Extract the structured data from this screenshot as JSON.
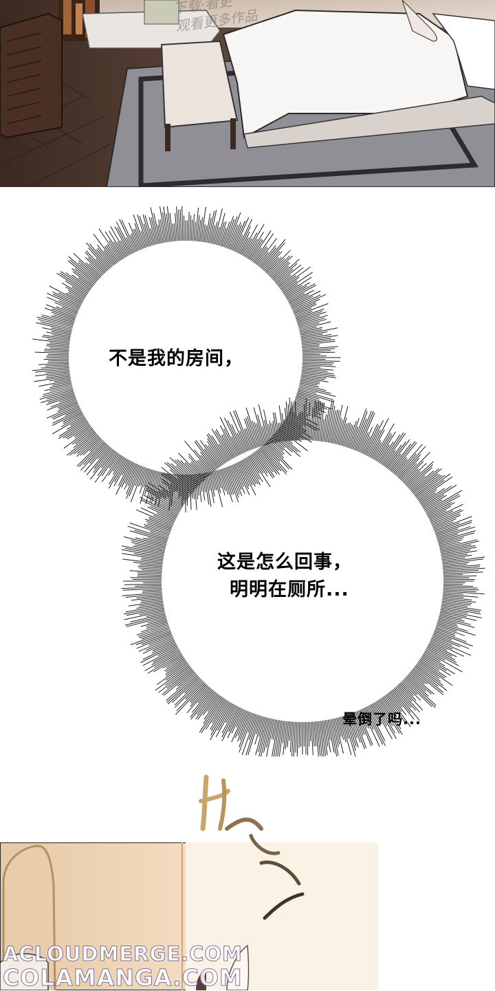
{
  "watermark": {
    "line1": "下载·看更",
    "line2": "观看更多作品"
  },
  "dialogue": {
    "line1": "不是我的房间，",
    "line2": "这是怎么回事，",
    "line3": "明明在厕所...",
    "line4": "晕倒了吗..."
  },
  "site_marks": {
    "mark1": "ACLOUDMERGE.COM",
    "mark2": "COLAMANGA.COM"
  }
}
